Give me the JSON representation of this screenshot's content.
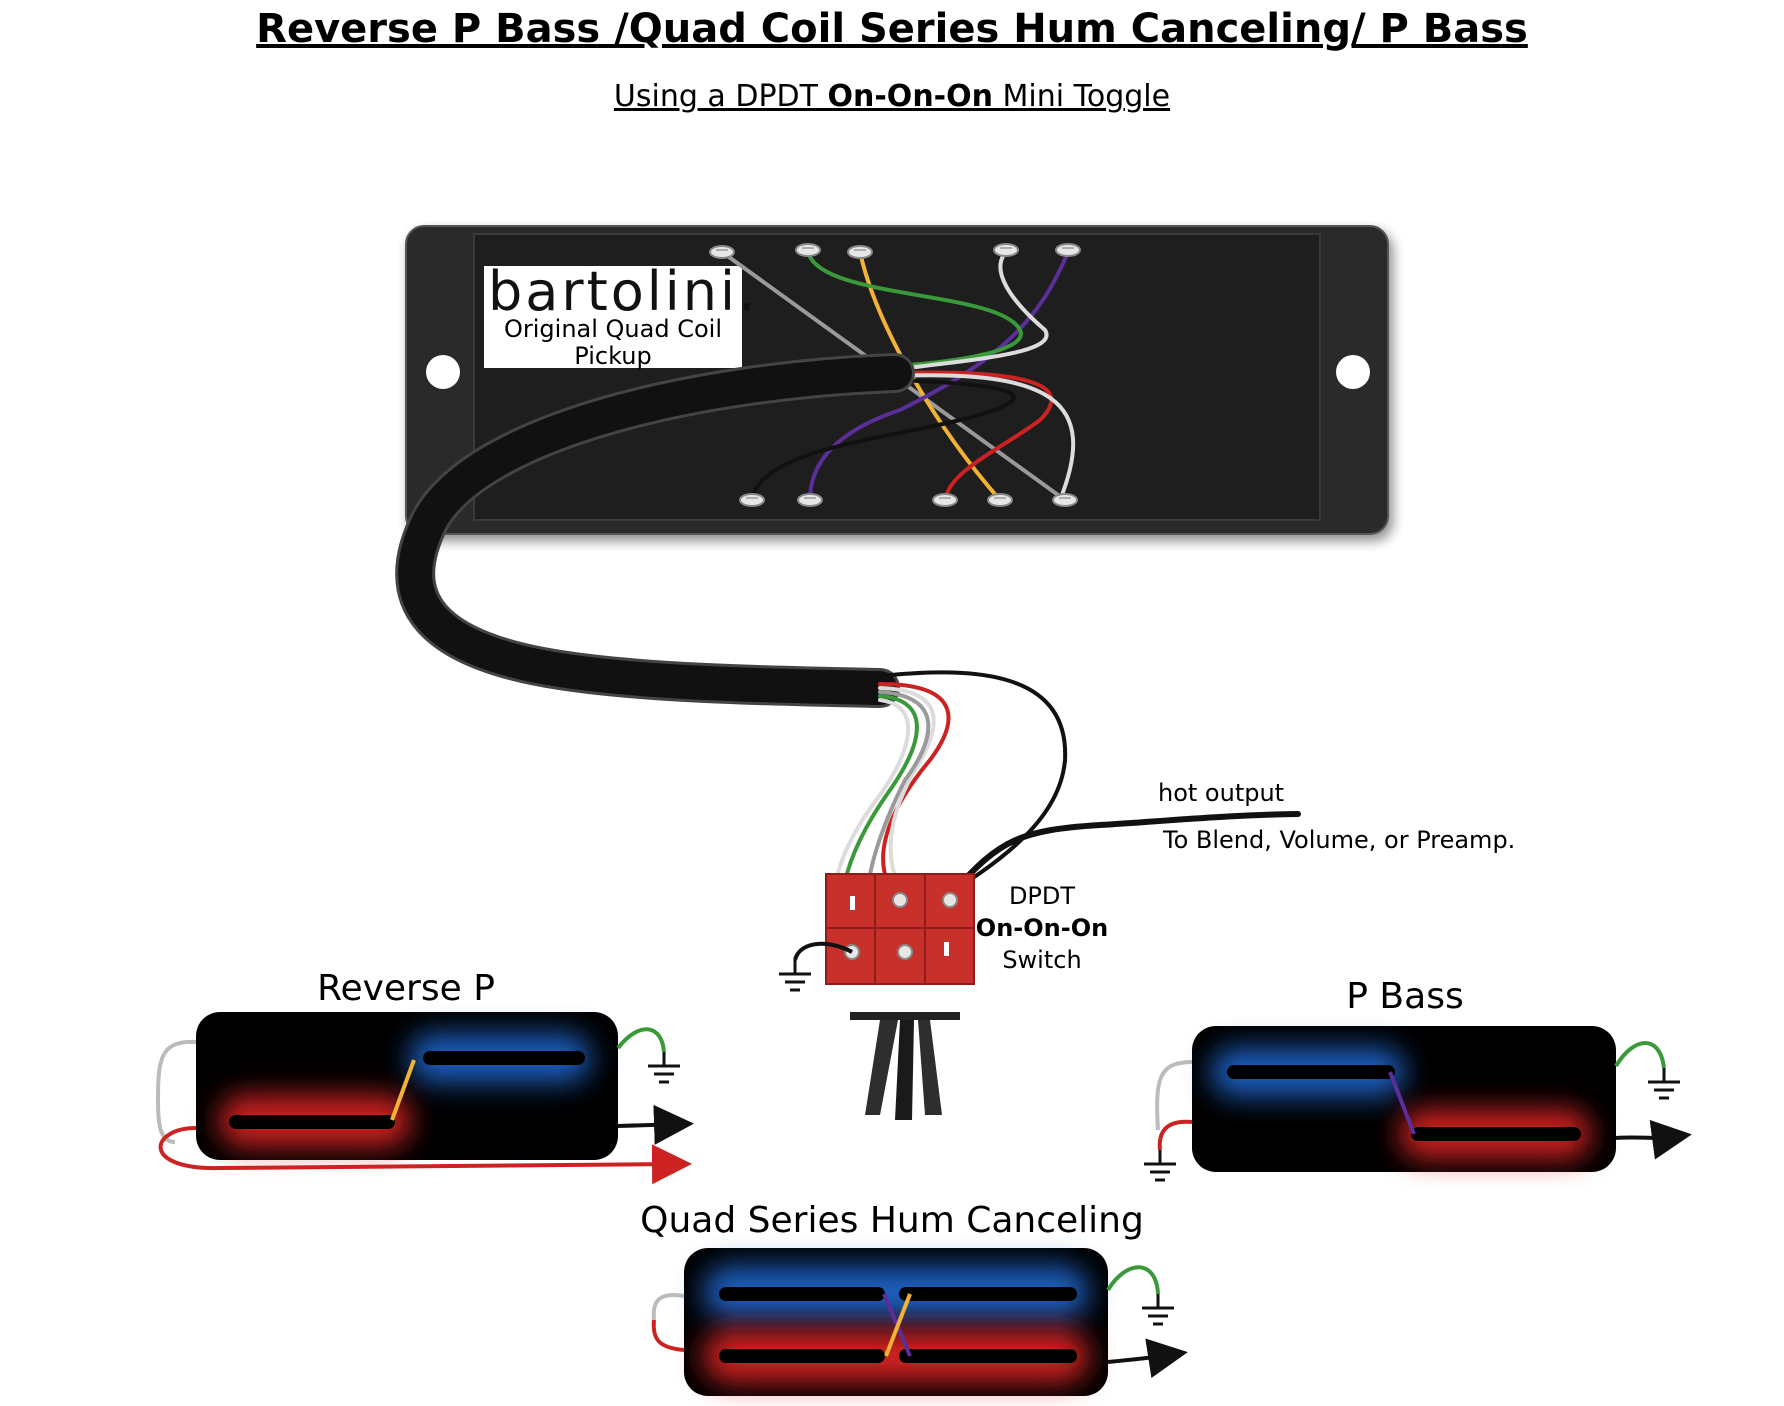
{
  "title": "Reverse P Bass /Quad Coil Series Hum Canceling/ P Bass",
  "subtitle": {
    "prefix": "Using a DPDT ",
    "emphasis": "On-On-On",
    "suffix": " Mini Toggle"
  },
  "pickup": {
    "brand": "bartolini.",
    "label_line1": "Original Quad Coil",
    "label_line2": "Pickup"
  },
  "output": {
    "label": "hot output",
    "destination": "To Blend, Volume, or Preamp."
  },
  "switch": {
    "line1": "DPDT",
    "line2": "On-On-On",
    "line3": "Switch"
  },
  "modes": {
    "reverse_p": "Reverse P",
    "p_bass": "P Bass",
    "quad_series": "Quad Series Hum Canceling"
  },
  "colors": {
    "wire_black": "#111111",
    "wire_white": "#dcdcdc",
    "wire_gray": "#9a9a9a",
    "wire_green": "#3a9a3a",
    "wire_red": "#cc2222",
    "wire_yellow": "#f2b233",
    "wire_purple": "#5a2f9a",
    "coil_blue_glow": "#1f5fbf",
    "coil_red_glow": "#d02020",
    "switch_body": "#c8302c",
    "pickup_plate": "#2c2c2c"
  }
}
